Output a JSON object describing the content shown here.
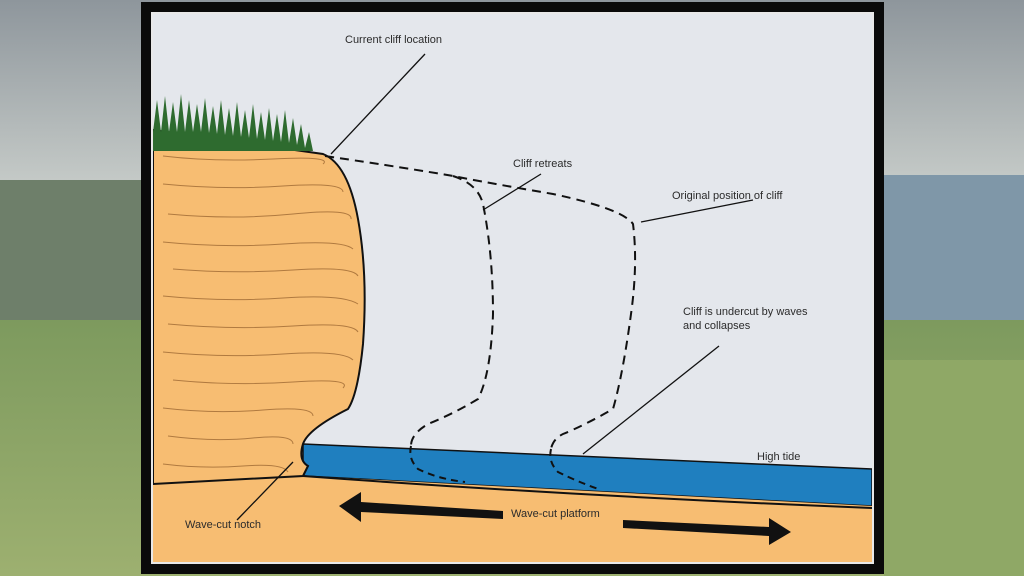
{
  "labels": {
    "current_cliff": "Current cliff location",
    "cliff_retreats": "Cliff retreats",
    "original_position": "Original position of cliff",
    "undercut_line1": "Cliff is undercut by waves",
    "undercut_line2": "and collapses",
    "high_tide": "High tide",
    "wave_cut_notch": "Wave-cut notch",
    "wave_cut_platform": "Wave-cut platform"
  },
  "colors": {
    "cliff": "#f7bd72",
    "sea": "#1f7fbf",
    "sky": "#e4e7ec",
    "grass": "#2e6b2f",
    "frame": "#0a0a0a"
  }
}
